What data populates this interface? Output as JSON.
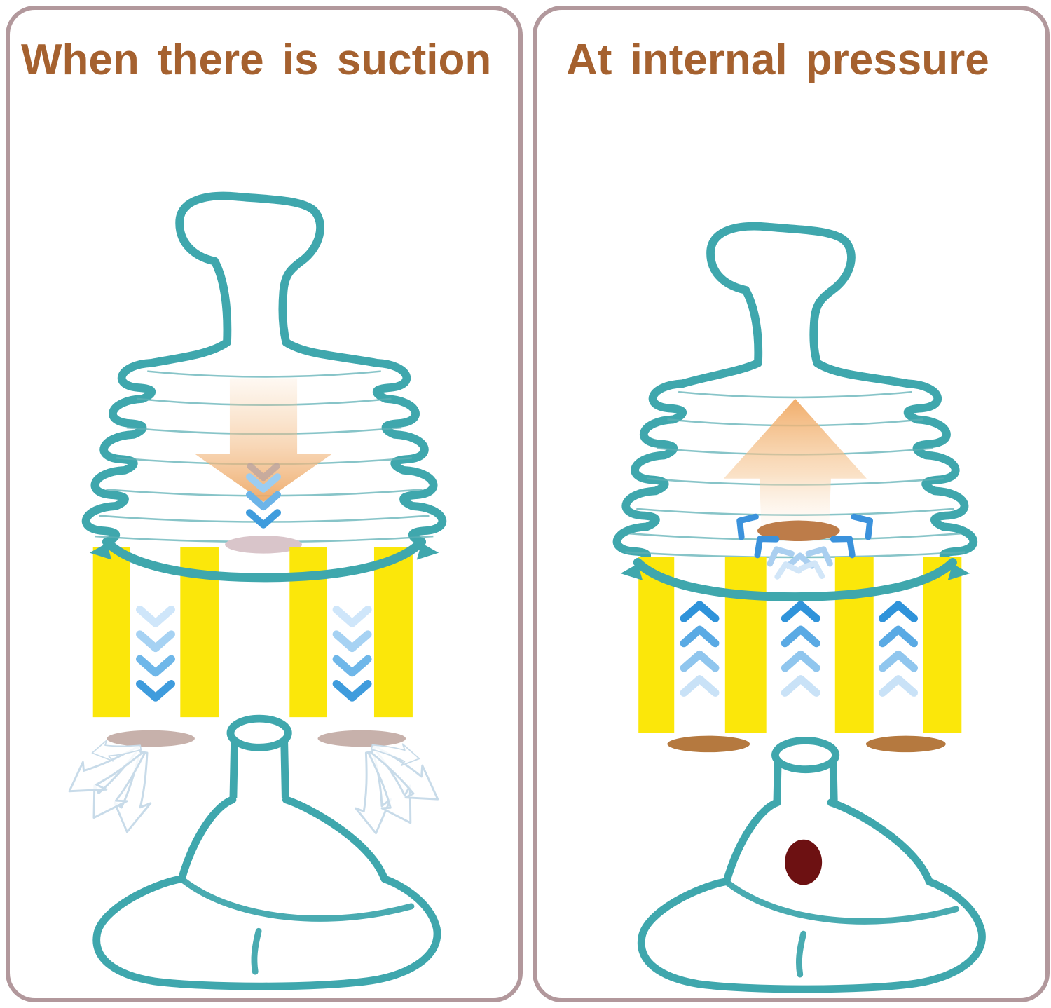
{
  "panels": {
    "left": {
      "title": "When there is suction",
      "flow_direction": "down",
      "icons": [
        "big-down-arrow-icon",
        "down-chevron-icons",
        "open-valve-ellipse",
        "spray-out-arrow-icons"
      ]
    },
    "right": {
      "title": "At internal pressure",
      "flow_direction": "up",
      "icons": [
        "big-up-arrow-icon",
        "up-chevron-icons",
        "sealed-valve-ellipse",
        "chevron-fan-icons",
        "blockage-dot"
      ]
    }
  },
  "palette": {
    "border": "#b2989c",
    "title": "#a5612f",
    "teal": "#3fa7ad",
    "teal-thin": "#5fb0b5",
    "yellow": "#fbe70a",
    "blue1": "#cfe6fa",
    "blue2": "#a6d2f3",
    "blue3": "#6fb7e9",
    "blue4": "#3f9cdd",
    "orange": "#eda865",
    "brown": "#bd7c49",
    "brown2": "#b5793f",
    "pale": "#d9c5ca",
    "pale2": "#c7b1ab",
    "spray": "#c8dbe9",
    "red": "#6d1112",
    "gray-chev": "#b9a3a0"
  }
}
